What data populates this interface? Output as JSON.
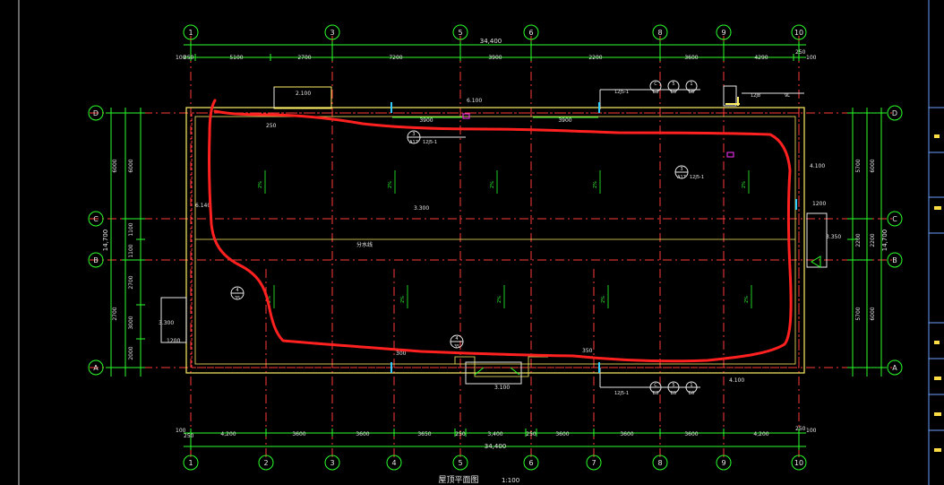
{
  "drawing": {
    "title": "屋顶平面图",
    "scale": "1:100"
  },
  "grid_axes": {
    "top": [
      "1",
      "3",
      "5",
      "6",
      "8",
      "9",
      "10"
    ],
    "bottom": [
      "1",
      "2",
      "3",
      "4",
      "5",
      "6",
      "7",
      "8",
      "9",
      "10"
    ],
    "left": [
      "D",
      "C",
      "B",
      "A"
    ],
    "right": [
      "D",
      "C",
      "B",
      "A"
    ]
  },
  "dimensions": {
    "top_total": "34,400",
    "top_segments": [
      "250",
      "5100",
      "2700",
      "7200",
      "3900",
      "2200",
      "3600",
      "4290",
      "250"
    ],
    "top_edge_left": "100",
    "top_edge_right": "100",
    "bottom_total": "34,400",
    "bottom_segments": [
      "250",
      "4,200",
      "3600",
      "3600",
      "3650",
      "250",
      "3,400",
      "250",
      "3600",
      "3600",
      "3600",
      "4,200",
      "250"
    ],
    "bottom_edge_left": "100",
    "bottom_edge_right": "100",
    "left_total": "14,700",
    "left_segments": [
      "6000",
      "6000",
      "1100",
      "1100",
      "2700",
      "3000",
      "2700",
      "2000"
    ],
    "right_total": "14,700",
    "right_segments": [
      "5700",
      "6000",
      "2200",
      "2200",
      "5700",
      "6000"
    ],
    "inner_3900_a": "3900",
    "inner_3900_b": "3900",
    "side_1200": "1200",
    "small_350": "350",
    "small_300": "300",
    "small_250": "250"
  },
  "labels": {
    "elev_top": "6.100",
    "elev_right": "4.100",
    "elev_left": "6.140",
    "elev_center": "3.300",
    "elev_left_lower": "3.300",
    "elev_bottom": "4.100",
    "elev_bottom_center": "3.100",
    "elev_right_mid": "3.350",
    "box_2100": "2.100",
    "divide_line": "分水线",
    "ref_a": "A17",
    "ref_a_text": "12J5-1",
    "detail_3": "3",
    "detail_4": "4",
    "detail_35": "35",
    "callout_c": "C",
    "callout_5": "5",
    "callout_1": "1",
    "callout_e3": "E3",
    "callout_e5": "E5",
    "callout_e6": "E6",
    "ref_12j5": "12J5-1",
    "label_12j8": "12J8",
    "label_9l": "9L",
    "slope": "2%"
  },
  "colors": {
    "background": "#000000",
    "grid_line": "#ff3a3a",
    "dimension": "#2bff2b",
    "wall": "#ffee66",
    "markup": "#ff2020",
    "text": "#e8e8e8",
    "accent": "#ff9a3c",
    "magenta": "#ff33ff",
    "cyan": "#33ccff"
  }
}
